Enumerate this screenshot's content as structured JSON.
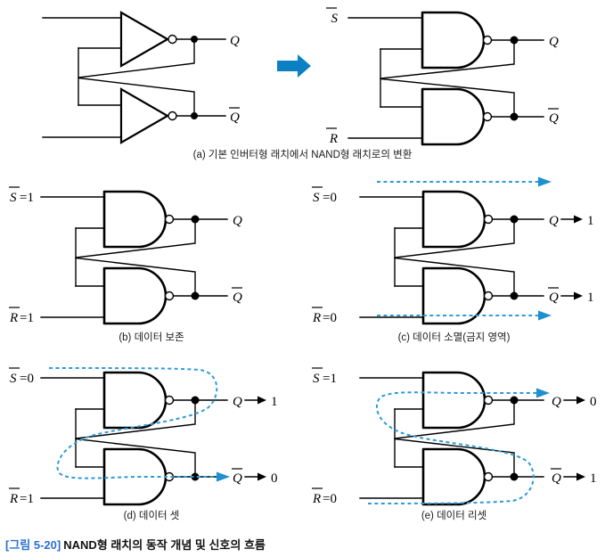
{
  "figure": {
    "number_label": "[그림 5-20]",
    "title": "NAND형 래치의 동작 개념 및 신호의 흐름",
    "accent_color": "#2b6fd0",
    "flow_color": "#2e9bd6",
    "arrow_color": "#0b81c4",
    "wire_color": "#000000",
    "background": "#ffffff"
  },
  "panels": [
    {
      "id": "a",
      "caption": "(a) 기본 인버터형 래치에서 NAND형 래치로의 변환",
      "left_circuit": {
        "gate_type": "inverter",
        "outputs": [
          {
            "name": "Q",
            "label": "Q",
            "value": ""
          },
          {
            "name": "Qbar",
            "label": "Q",
            "overbar": true,
            "value": ""
          }
        ]
      },
      "right_circuit": {
        "gate_type": "nand",
        "inputs": [
          {
            "name": "S",
            "label": "S",
            "overbar": true,
            "value": ""
          },
          {
            "name": "R",
            "label": "R",
            "overbar": true,
            "value": ""
          }
        ],
        "outputs": [
          {
            "name": "Q",
            "label": "Q",
            "value": ""
          },
          {
            "name": "Qbar",
            "label": "Q",
            "overbar": true,
            "value": ""
          }
        ]
      },
      "transition_arrow": "right-arrow-icon"
    },
    {
      "id": "b",
      "caption": "(b) 데이터 보존",
      "inputs": [
        {
          "name": "S",
          "label": "S",
          "overbar": true,
          "value": "=1"
        },
        {
          "name": "R",
          "label": "R",
          "overbar": true,
          "value": "=1"
        }
      ],
      "outputs": [
        {
          "name": "Q",
          "label": "Q",
          "value": ""
        },
        {
          "name": "Qbar",
          "label": "Q",
          "overbar": true,
          "value": ""
        }
      ],
      "flows": []
    },
    {
      "id": "c",
      "caption": "(c) 데이터 소멸(금지 영역)",
      "inputs": [
        {
          "name": "S",
          "label": "S",
          "overbar": true,
          "value": "=0"
        },
        {
          "name": "R",
          "label": "R",
          "overbar": true,
          "value": "=0"
        }
      ],
      "outputs": [
        {
          "name": "Q",
          "label": "Q",
          "value": "1"
        },
        {
          "name": "Qbar",
          "label": "Q",
          "overbar": true,
          "value": "1"
        }
      ],
      "flows": [
        "top-straight-dashed-arrow",
        "bottom-straight-dashed-arrow"
      ]
    },
    {
      "id": "d",
      "caption": "(d) 데이터 셋",
      "inputs": [
        {
          "name": "S",
          "label": "S",
          "overbar": true,
          "value": "=0"
        },
        {
          "name": "R",
          "label": "R",
          "overbar": true,
          "value": "=1"
        }
      ],
      "outputs": [
        {
          "name": "Q",
          "label": "Q",
          "value": "1"
        },
        {
          "name": "Qbar",
          "label": "Q",
          "overbar": true,
          "value": "0"
        }
      ],
      "flows": [
        "s-curve-dashed-path-to-qbar"
      ]
    },
    {
      "id": "e",
      "caption": "(e) 데이터 리셋",
      "inputs": [
        {
          "name": "S",
          "label": "S",
          "overbar": true,
          "value": "=1"
        },
        {
          "name": "R",
          "label": "R",
          "overbar": true,
          "value": "=0"
        }
      ],
      "outputs": [
        {
          "name": "Q",
          "label": "Q",
          "value": "0"
        },
        {
          "name": "Qbar",
          "label": "Q",
          "overbar": true,
          "value": "1"
        }
      ],
      "flows": [
        "s-curve-dashed-path-to-q"
      ]
    }
  ]
}
